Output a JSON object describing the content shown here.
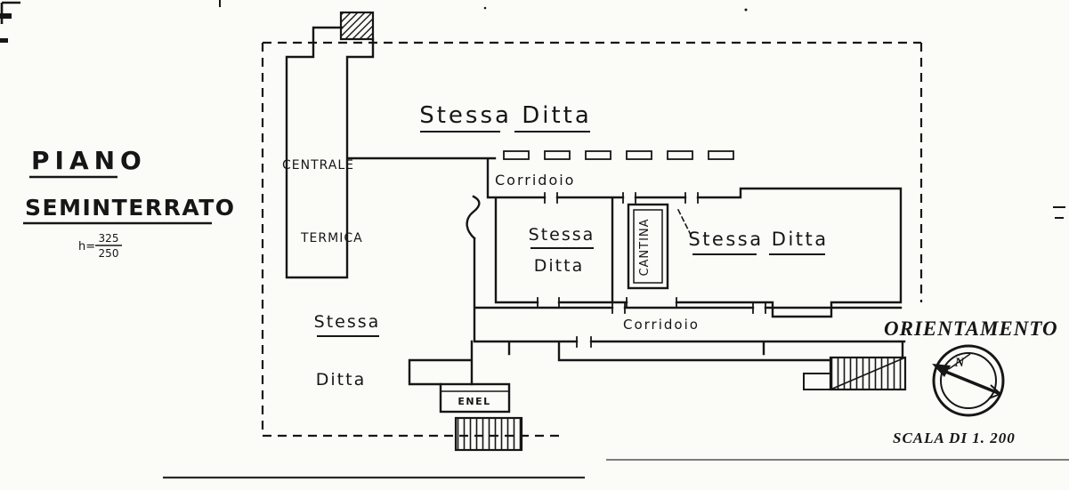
{
  "page": {
    "background": "#fbfbf8",
    "ink": "#161616"
  },
  "title_block": {
    "line1": "PIANO",
    "line2": "SEMINTERRATO",
    "height_note": {
      "prefix": "h=",
      "numerator": "325",
      "denominator": "250"
    }
  },
  "plan_labels": {
    "stessa_ditta_top": "Stessa Ditta",
    "centrale": "CENTRALE",
    "termica": "TERMICA",
    "corridoio_upper": "Corridoio",
    "stessa_middle": "Stessa",
    "ditta_middle": "Ditta",
    "cantina": "CANTINA",
    "stessa_ditta_right": "Stessa Ditta",
    "corridoio_lower": "Corridoio",
    "stessa_lower": "Stessa",
    "ditta_lower": "Ditta",
    "enel": "ENEL"
  },
  "annotations": {
    "orientamento": "ORIENTAMENTO",
    "scale": "SCALA DI 1. 200",
    "north": "N"
  }
}
